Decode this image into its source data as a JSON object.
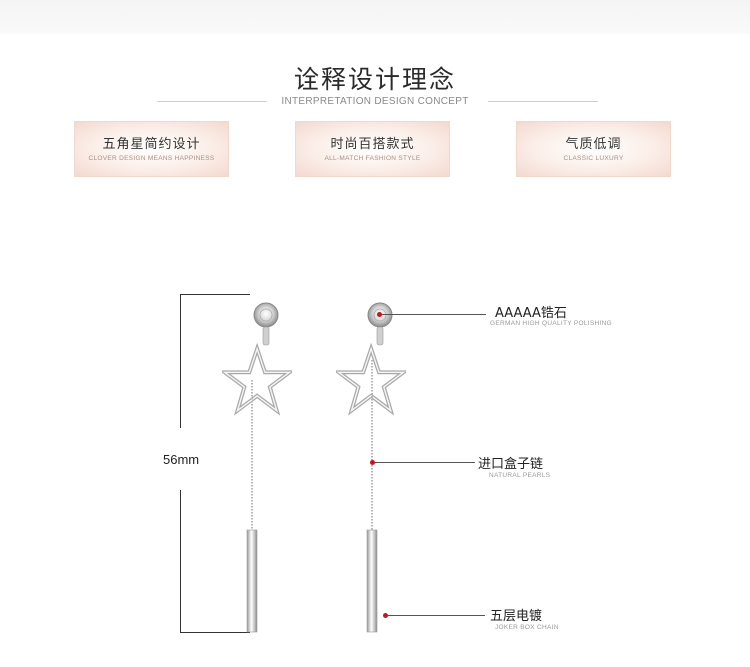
{
  "header": {
    "title": "诠释设计理念",
    "subtitle": "INTERPRETATION DESIGN CONCEPT"
  },
  "features": [
    {
      "title": "五角星简约设计",
      "subtitle": "CLOVER DESIGN MEANS HAPPINESS"
    },
    {
      "title": "时尚百搭款式",
      "subtitle": "ALL-MATCH FASHION STYLE"
    },
    {
      "title": "气质低调",
      "subtitle": "CLASSIC LUXURY"
    }
  ],
  "product": {
    "dimension": "56mm",
    "callouts": [
      {
        "title": "AAAAA锆石",
        "subtitle": "GERMAN HIGH QUALITY POLISHING"
      },
      {
        "title": "进口盒子链",
        "subtitle": "NATURAL PEARLS"
      },
      {
        "title": "五层电镀",
        "subtitle": "JOKER BOX CHAIN"
      }
    ]
  },
  "colors": {
    "accent_dot": "#c4161c",
    "feature_bg": "#f3d9cf"
  }
}
